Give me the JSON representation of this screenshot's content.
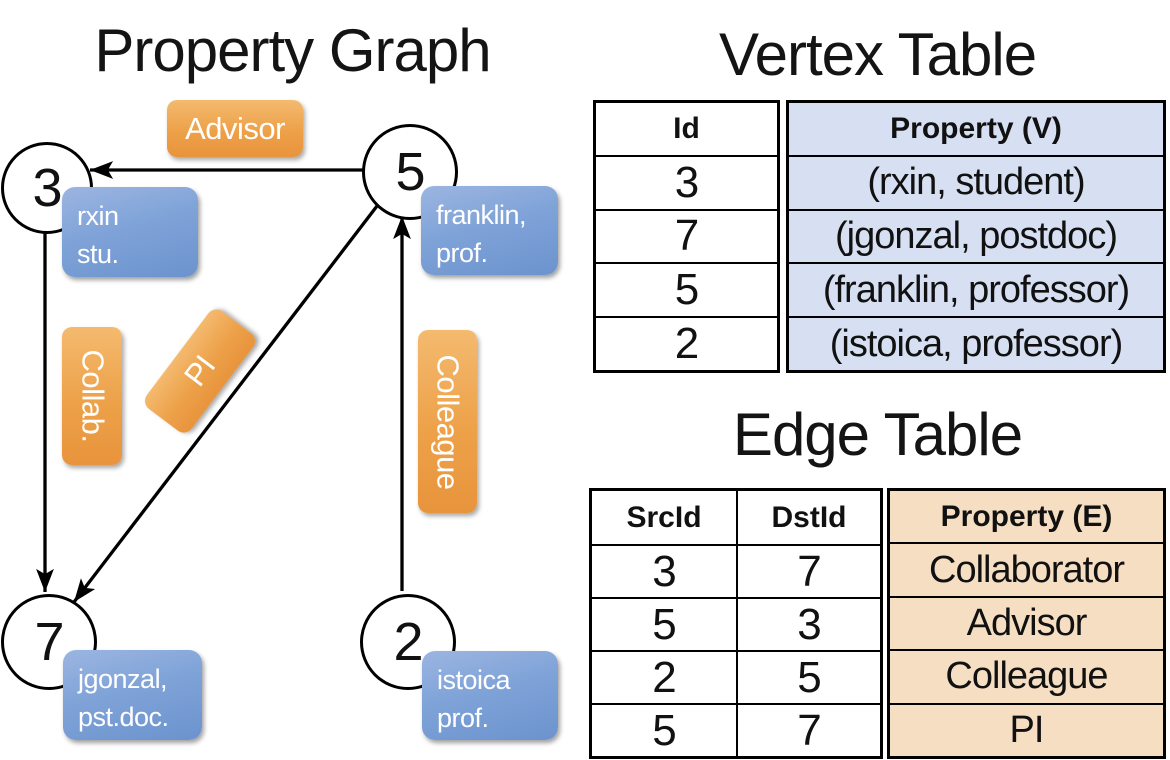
{
  "graph": {
    "title": "Property Graph",
    "nodes": [
      {
        "id": "3",
        "line1": "rxin",
        "line2": "stu."
      },
      {
        "id": "5",
        "line1": "franklin,",
        "line2": "prof."
      },
      {
        "id": "7",
        "line1": "jgonzal,",
        "line2": "pst.doc."
      },
      {
        "id": "2",
        "line1": "istoica",
        "line2": "prof."
      }
    ],
    "edges": [
      {
        "label": "Advisor"
      },
      {
        "label": "Collab."
      },
      {
        "label": "PI"
      },
      {
        "label": "Colleague"
      }
    ]
  },
  "vertex_table": {
    "title": "Vertex Table",
    "headers": [
      "Id",
      "Property (V)"
    ],
    "rows": [
      [
        "3",
        "(rxin, student)"
      ],
      [
        "7",
        "(jgonzal, postdoc)"
      ],
      [
        "5",
        "(franklin, professor)"
      ],
      [
        "2",
        "(istoica, professor)"
      ]
    ]
  },
  "edge_table": {
    "title": "Edge Table",
    "headers": [
      "SrcId",
      "DstId",
      "Property (E)"
    ],
    "rows": [
      [
        "3",
        "7",
        "Collaborator"
      ],
      [
        "5",
        "3",
        "Advisor"
      ],
      [
        "2",
        "5",
        "Colleague"
      ],
      [
        "5",
        "7",
        "PI"
      ]
    ]
  },
  "colors": {
    "edge_label_orange": "#eda149",
    "vertex_box_blue": "#7fa3d8",
    "vertex_cell_bg": "#d7e0f2",
    "edge_cell_bg": "#f6dec2",
    "line": "#000000"
  }
}
